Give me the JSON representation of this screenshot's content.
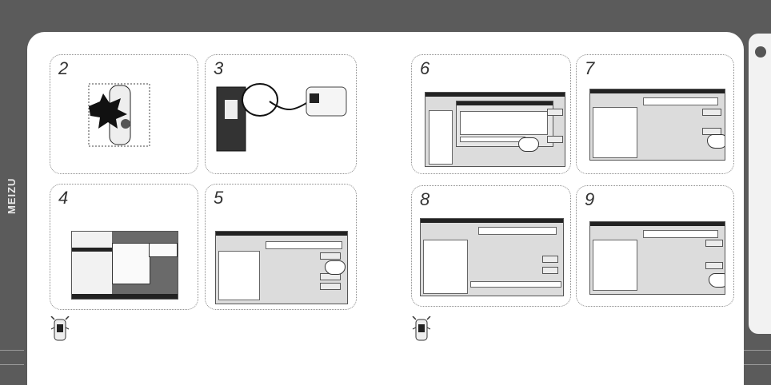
{
  "brand": "MEIZU",
  "panels": [
    {
      "num": "2"
    },
    {
      "num": "3"
    },
    {
      "num": "4"
    },
    {
      "num": "5"
    },
    {
      "num": "6"
    },
    {
      "num": "7"
    },
    {
      "num": "8"
    },
    {
      "num": "9"
    }
  ]
}
